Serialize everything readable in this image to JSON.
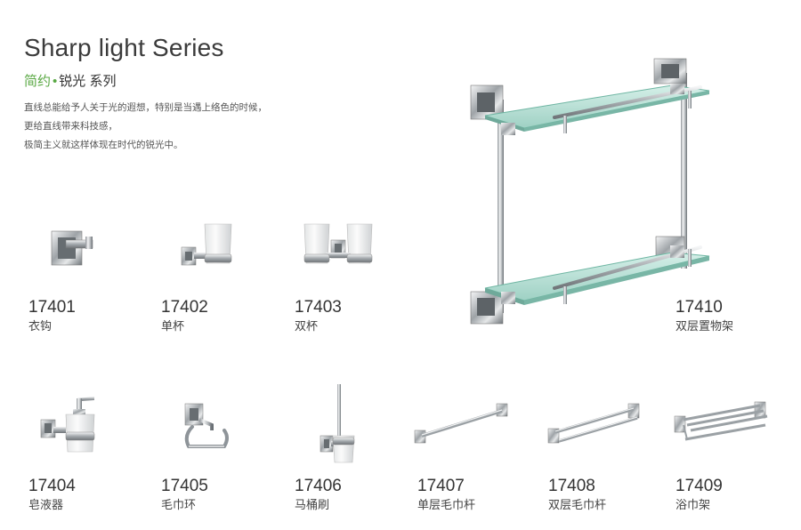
{
  "header": {
    "title": "Sharp light Series",
    "subtitle_part1": "简约",
    "subtitle_dot": "•",
    "subtitle_part2": "锐光 系列",
    "description": [
      "直线总能给予人关于光的遐想，特别是当遇上络色的时候，",
      "更给直线带来科技感，",
      "极简主义就这样体现在时代的锐光中。"
    ]
  },
  "products": [
    {
      "code": "17401",
      "name": "衣钩",
      "icon": "robe-hook-icon"
    },
    {
      "code": "17402",
      "name": "单杯",
      "icon": "single-tumbler-holder-icon"
    },
    {
      "code": "17403",
      "name": "双杯",
      "icon": "double-tumbler-holder-icon"
    },
    {
      "code": "17410",
      "name": "双层置物架",
      "icon": "double-glass-shelf-icon"
    },
    {
      "code": "17404",
      "name": "皂液器",
      "icon": "soap-dispenser-icon"
    },
    {
      "code": "17405",
      "name": "毛巾环",
      "icon": "towel-ring-icon"
    },
    {
      "code": "17406",
      "name": "马桶刷",
      "icon": "toilet-brush-icon"
    },
    {
      "code": "17407",
      "name": "单层毛巾杆",
      "icon": "single-towel-bar-icon"
    },
    {
      "code": "17408",
      "name": "双层毛巾杆",
      "icon": "double-towel-bar-icon"
    },
    {
      "code": "17409",
      "name": "浴巾架",
      "icon": "towel-rack-icon"
    }
  ],
  "colors": {
    "accent_green": "#59a843",
    "chrome": "#c8cbcd",
    "glass": "#b7e0d6"
  }
}
